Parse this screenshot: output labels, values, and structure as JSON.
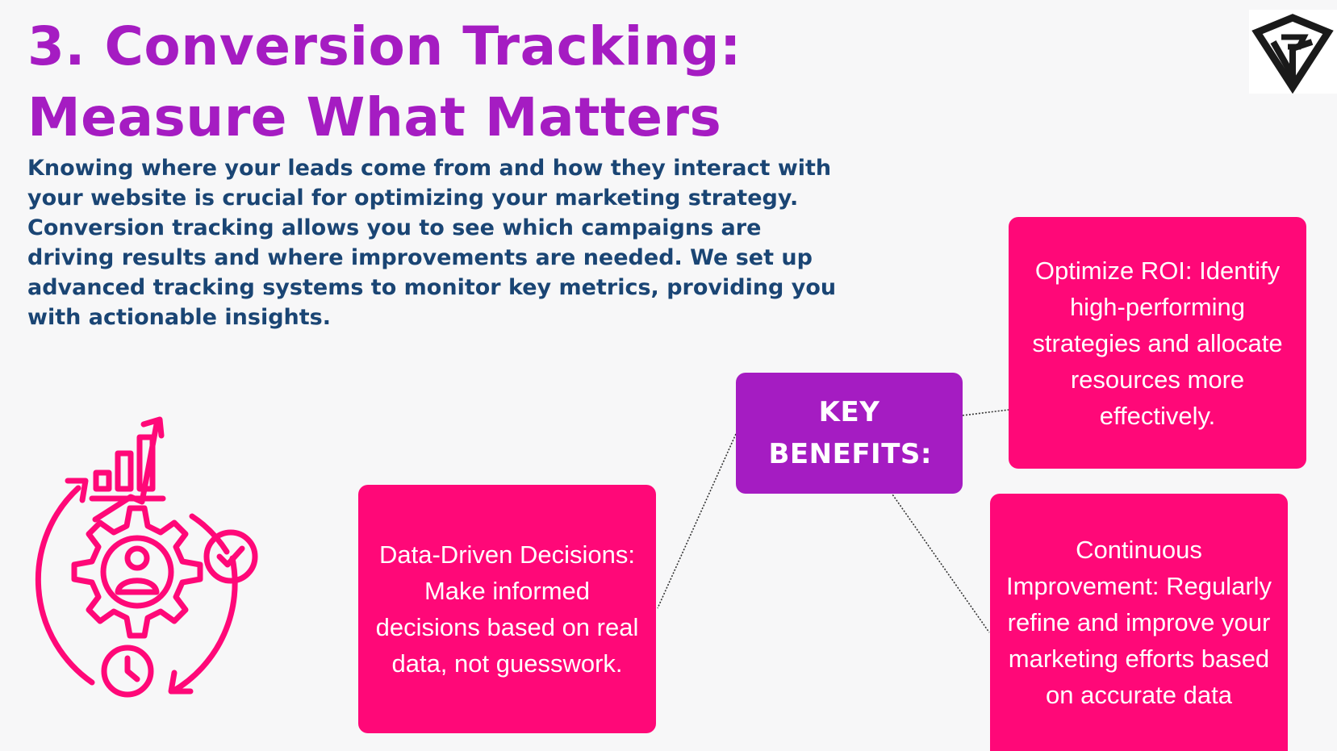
{
  "title": {
    "line1": "3. Conversion Tracking:",
    "line2": "Measure What Matters"
  },
  "intro": {
    "text": "Knowing where your leads come from and how they interact with your website is crucial for optimizing your marketing strategy. Conversion tracking allows you to see which campaigns are driving results and where improvements are needed. We set up advanced tracking systems to monitor key metrics, providing you with actionable insights."
  },
  "diagram": {
    "center": {
      "text": "KEY BENEFITS:"
    },
    "benefits": [
      {
        "text": "Optimize ROI: Identify high-performing strategies and allocate resources more effectively."
      },
      {
        "text": "Data-Driven Decisions: Make informed decisions based on real data, not guesswork."
      },
      {
        "text": "Continuous Improvement: Regularly refine and improve your marketing efforts based on accurate data"
      }
    ]
  },
  "colors": {
    "title": "#a51cc2",
    "body_text": "#1a4574",
    "benefit_box": "#ff0878",
    "key_box": "#a51cc2",
    "background": "#f7f7f8"
  },
  "icons": {
    "logo": "brand-logo-icon",
    "illustration": "conversion-gear-chart-icon"
  }
}
